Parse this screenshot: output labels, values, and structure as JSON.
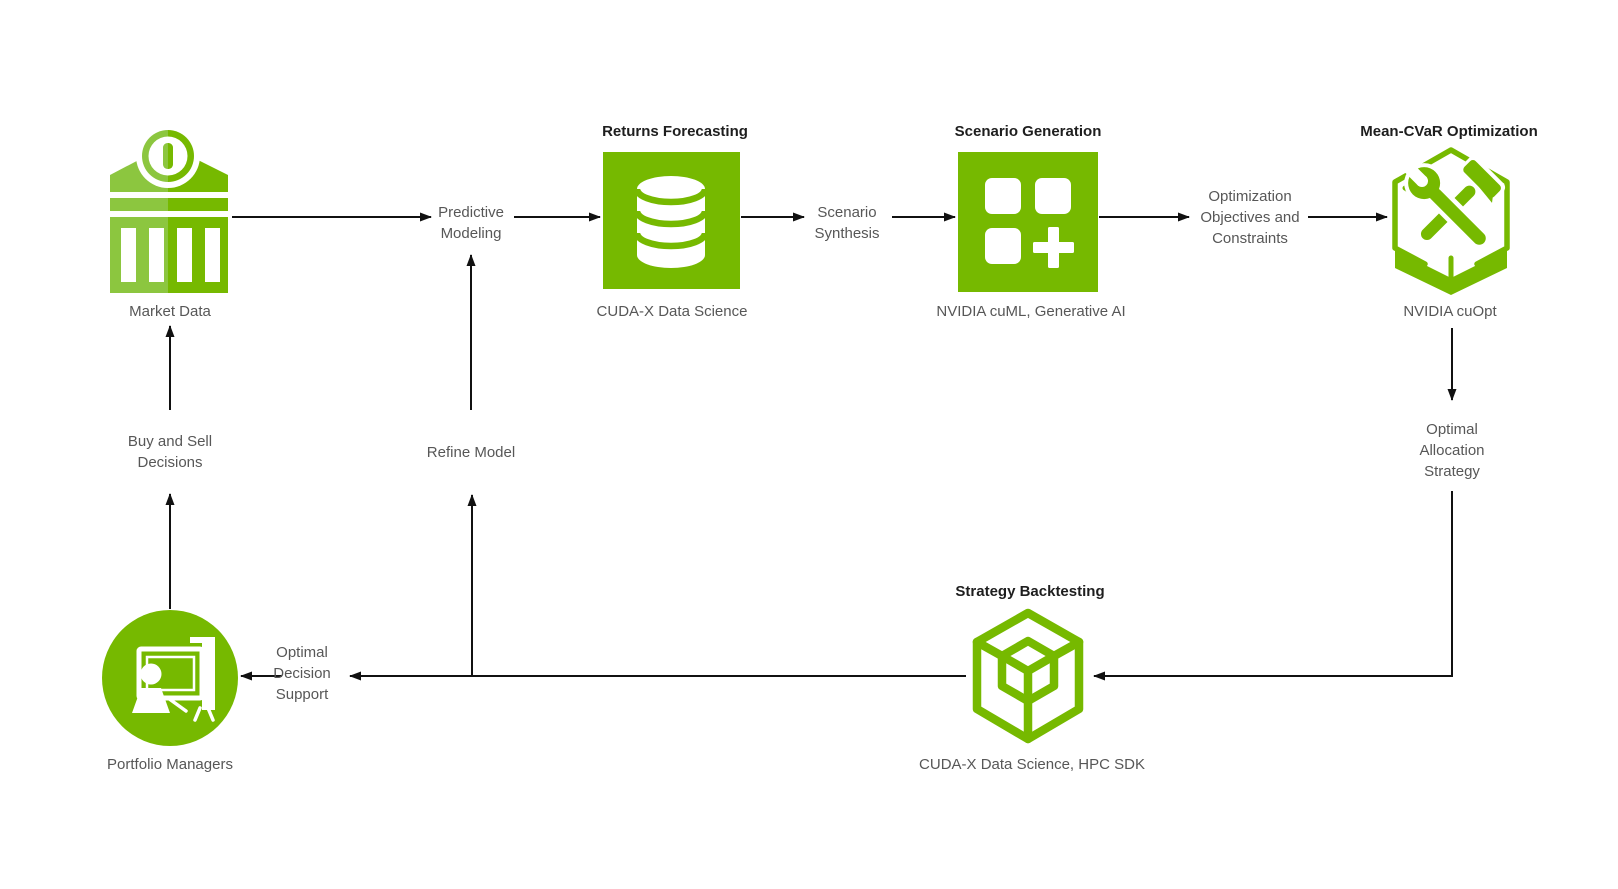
{
  "page": {
    "description": "Financial portfolio optimization workflow diagram with NVIDIA accelerated computing stages"
  },
  "colors": {
    "nvidia_green": "#76b900",
    "light_green": "#8cc63f",
    "title_text": "#1e1e1e",
    "label_text": "#575757",
    "arrow": "#111111",
    "canvas_bg": "#ffffff"
  },
  "nodes": {
    "market_data": {
      "label": "Market Data",
      "icon": "bank-icon"
    },
    "returns_forecasting": {
      "title": "Returns Forecasting",
      "subtitle": "CUDA-X Data Science",
      "icon": "database-icon"
    },
    "scenario_generation": {
      "title": "Scenario Generation",
      "subtitle": "NVIDIA cuML, Generative AI",
      "icon": "grid-plus-icon"
    },
    "mean_cvar_optimization": {
      "title": "Mean-CVaR Optimization",
      "subtitle": "NVIDIA cuOpt",
      "icon": "wrench-hammer-hexagon-icon"
    },
    "strategy_backtesting": {
      "title": "Strategy Backtesting",
      "subtitle": "CUDA-X Data Science, HPC SDK",
      "icon": "cube-icon"
    },
    "portfolio_managers": {
      "label": "Portfolio Managers",
      "icon": "presenter-icon"
    }
  },
  "edge_labels": {
    "predictive_modeling": "Predictive Modeling",
    "scenario_synthesis": "Scenario Synthesis",
    "optimization_objectives": "Optimization Objectives and Constraints",
    "optimal_allocation_strategy": "Optimal Allocation Strategy",
    "optimal_decision_support": "Optimal Decision Support",
    "refine_model": "Refine Model",
    "buy_and_sell_decisions": "Buy and Sell Decisions"
  }
}
